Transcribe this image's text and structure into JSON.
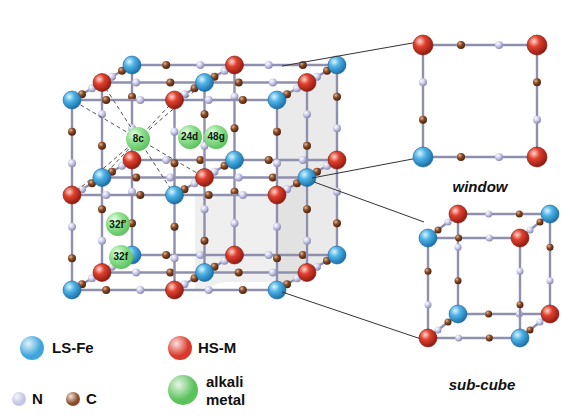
{
  "diagram": {
    "nodes": [
      {
        "text": [
          "8c"
        ]
      },
      {
        "text": [
          "24d"
        ]
      },
      {
        "text": [
          "48g"
        ]
      },
      {
        "text": [
          "32f'"
        ]
      },
      {
        "text": [
          "32f"
        ]
      }
    ],
    "labels": [
      "window",
      "sub-cube"
    ],
    "legend": [
      {
        "text": "LS-Fe",
        "color": "#3ea6dc"
      },
      {
        "text": "HS-M",
        "color": "#d9392a"
      },
      {
        "text": "N",
        "color": "#c4c4e4"
      },
      {
        "text": "C",
        "color": "#8b4a24"
      },
      {
        "text": "alkali metal",
        "color": "#5cc25c"
      }
    ]
  }
}
